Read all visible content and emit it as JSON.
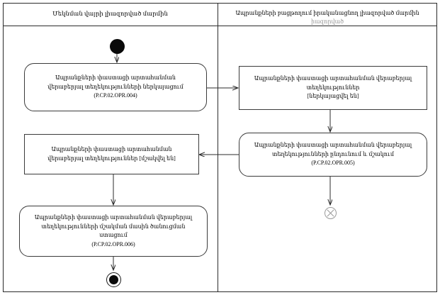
{
  "diagram": {
    "title_left": "Մեկնման վայրի լիազորված մարմին",
    "title_right": "Ապրանքների բացթողում իրականացնող լիազորված մարմին",
    "title_right_sub": "իազորված",
    "lanes": [
      {
        "id": "lane-left",
        "label": "Մեկնման վայրի լիազորված մարմին"
      },
      {
        "id": "lane-right",
        "label": "Ապրանքների բացթողում իրականացնող լիազորված մարմին"
      }
    ],
    "nodes": {
      "initial": {
        "name": "initial-node",
        "label": ""
      },
      "left_action_1": {
        "text": "Ապրանքների փաստացի արտահանման\nվերաբերյալ տեղեկությունների ներկայացում\n(P.CP.02.OPR.004)",
        "code": "P.CP.02.OPR.004",
        "kind": "action"
      },
      "right_object_1": {
        "text": "Ապրանքների փաստացի արտահանման վերաբերյալ\nտեղեկություններ\n[ներկայացվել են]",
        "kind": "object",
        "state": "[ներկայացվել են]"
      },
      "right_action_2": {
        "text": "Ապրանքների փաստացի արտահանման վերաբերյալ\nտեղեկությունների ընդունում և մշակում\n(P.CP.02.OPR.005)",
        "code": "P.CP.02.OPR.005",
        "kind": "action"
      },
      "left_object_2": {
        "text": "Ապրանքների փաստացի արտահանման\nվերաբերյալ տեղեկություններ [մշակվել են]",
        "kind": "object",
        "state": "[մշակվել են]"
      },
      "left_action_3": {
        "text": "Ապրանքների փաստացի արտահանման վերաբերյալ\nտեղեկությունների մշակման մասին ծանուցման\nստացում\n(P.CP.02.OPR.006)",
        "code": "P.CP.02.OPR.006",
        "kind": "action"
      },
      "flow_final": {
        "name": "flow-final-node",
        "label": ""
      },
      "final": {
        "name": "activity-final-node",
        "label": ""
      }
    },
    "colors": {
      "border": "#3b3b3b",
      "frame": "#2b2b2b",
      "node_fill": "#ffffff",
      "control_fill": "#0a0a0a",
      "flow_final": "#9a9a9a",
      "background": "#ffffff"
    }
  }
}
